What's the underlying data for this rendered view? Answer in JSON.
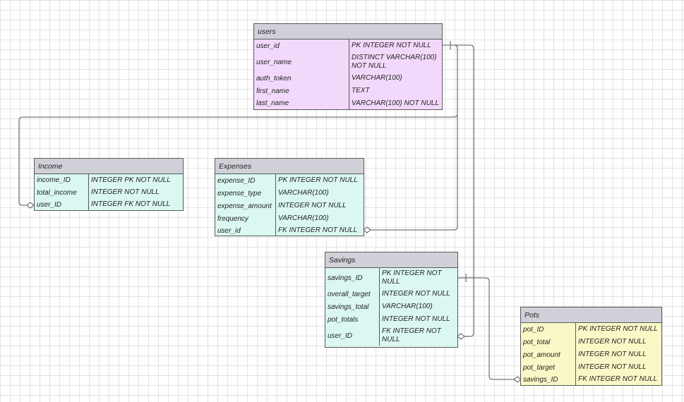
{
  "entities": {
    "users": {
      "title": "users",
      "rows": [
        {
          "name": "user_id",
          "type": "PK INTEGER NOT NULL"
        },
        {
          "name": "user_name",
          "type": "DISTINCT VARCHAR(100) NOT NULL"
        },
        {
          "name": "auth_token",
          "type": "VARCHAR(100)"
        },
        {
          "name": "first_name",
          "type": "TEXT"
        },
        {
          "name": "last_name",
          "type": "VARCHAR(100) NOT NULL"
        }
      ]
    },
    "income": {
      "title": "Income",
      "rows": [
        {
          "name": "income_ID",
          "type": "INTEGER PK NOT NULL"
        },
        {
          "name": "total_income",
          "type": "INTEGER NOT NULL"
        },
        {
          "name": "user_ID",
          "type": "INTEGER FK NOT NULL"
        }
      ]
    },
    "expenses": {
      "title": "Expenses",
      "rows": [
        {
          "name": "expense_ID",
          "type": "PK INTEGER  NOT NULL"
        },
        {
          "name": "expense_type",
          "type": "VARCHAR(100)"
        },
        {
          "name": "expense_amount",
          "type": "INTEGER NOT NULL"
        },
        {
          "name": "frequency",
          "type": "VARCHAR(100)"
        },
        {
          "name": "user_id",
          "type": "FK INTEGER NOT NULL"
        }
      ]
    },
    "savings": {
      "title": "Savings",
      "rows": [
        {
          "name": "savings_ID",
          "type": "PK INTEGER NOT NULL"
        },
        {
          "name": "overall_target",
          "type": "INTEGER NOT NULL"
        },
        {
          "name": "savings_total",
          "type": "VARCHAR(100)"
        },
        {
          "name": "pot_totals",
          "type": "INTEGER NOT NULL"
        },
        {
          "name": "user_ID",
          "type": "FK INTEGER NOT NULL"
        }
      ]
    },
    "pots": {
      "title": "Pots",
      "rows": [
        {
          "name": "pot_ID",
          "type": "PK INTEGER NOT NULL"
        },
        {
          "name": "pot_total",
          "type": "INTEGER NOT NULL"
        },
        {
          "name": "pot_amount",
          "type": "INTEGER NOT NULL"
        },
        {
          "name": "pot_target",
          "type": "INTEGER NOT NULL"
        },
        {
          "name": "savings_ID",
          "type": "FK INTEGER NOT NULL"
        }
      ]
    }
  },
  "relationships": [
    {
      "from": "users.user_id",
      "to": "income.user_ID"
    },
    {
      "from": "users.user_id",
      "to": "expenses.user_id"
    },
    {
      "from": "users.user_id",
      "to": "savings.user_ID"
    },
    {
      "from": "savings.savings_ID",
      "to": "pots.savings_ID"
    }
  ],
  "colors": {
    "users_fill": "#f2d9fb",
    "income_fill": "#daf7f2",
    "expenses_fill": "#daf7f2",
    "savings_fill": "#daf7f2",
    "pots_fill": "#fbf8c8",
    "header_fill": "#d0d1d8",
    "border": "#5a5a5a",
    "connector": "#555555"
  }
}
